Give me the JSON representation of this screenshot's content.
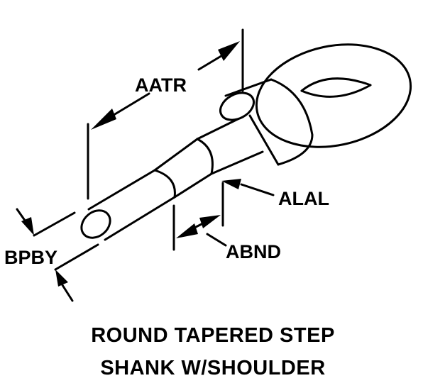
{
  "labels": {
    "aatr": "AATR",
    "alal": "ALAL",
    "abnd": "ABND",
    "bpby": "BPBY"
  },
  "caption": {
    "line1": "ROUND TAPERED STEP",
    "line2": "SHANK W/SHOULDER"
  }
}
